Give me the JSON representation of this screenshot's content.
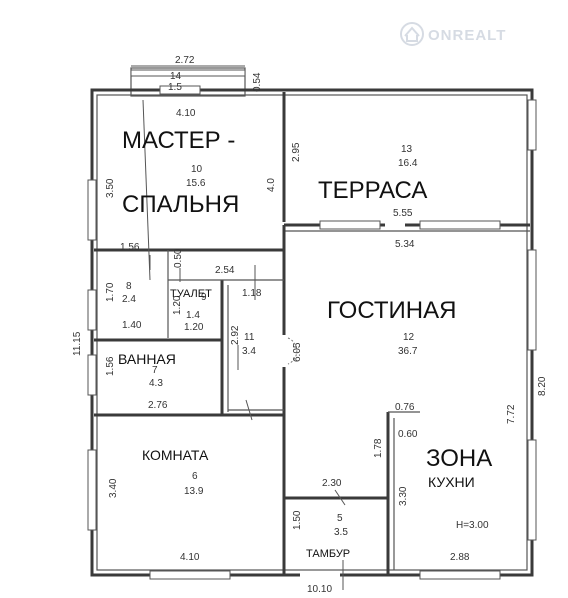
{
  "logo": {
    "text": "ONREALT"
  },
  "rooms": {
    "master": {
      "label_line1": "МАСТЕР -",
      "label_line2": "СПАЛЬНЯ",
      "num": "10",
      "area": "15.6"
    },
    "terrace": {
      "label": "ТЕРРАСА",
      "num": "13",
      "area": "16.4"
    },
    "living": {
      "label": "ГОСТИНАЯ",
      "num": "12",
      "area": "36.7"
    },
    "kitchen": {
      "label_line1": "ЗОНА",
      "label_line2": "КУХНИ",
      "height": "H=3.00"
    },
    "bath": {
      "label": "ВАННАЯ",
      "num": "7",
      "area": "4.3"
    },
    "toilet": {
      "label": "ТУАЛЕТ",
      "num": "9",
      "area": "1.4"
    },
    "room": {
      "label": "КОМНАТА",
      "num": "6",
      "area": "13.9"
    },
    "vestibule": {
      "label": "ТАМБУР",
      "num": "5",
      "area": "3.5"
    },
    "balcony": {
      "num": "14",
      "area": "1.5"
    },
    "closet": {
      "num": "8",
      "area": "2.4"
    },
    "hall": {
      "num": "11",
      "area": "3.4"
    }
  },
  "dims": {
    "d272": "2.72",
    "d054": "0.54",
    "d410top": "4.10",
    "d295": "2.95",
    "d350": "3.50",
    "d40": "4.0",
    "d555": "5.55",
    "d534": "5.34",
    "d156a": "1.56",
    "d050": "0.50",
    "d254": "2.54",
    "d170": "1.70",
    "d118": "1.18",
    "d120v": "1.20",
    "d140": "1.40",
    "d120h": "1.20",
    "d292": "2.92",
    "d605": "6.05",
    "d1115": "11.15",
    "d156b": "1.56",
    "d276": "2.76",
    "d076": "0.76",
    "d772": "7.72",
    "d820": "8.20",
    "d060": "0.60",
    "d178": "1.78",
    "d230": "2.30",
    "d340": "3.40",
    "d330": "3.30",
    "d150": "1.50",
    "d410bot": "4.10",
    "d288": "2.88",
    "d1010": "10.10"
  }
}
